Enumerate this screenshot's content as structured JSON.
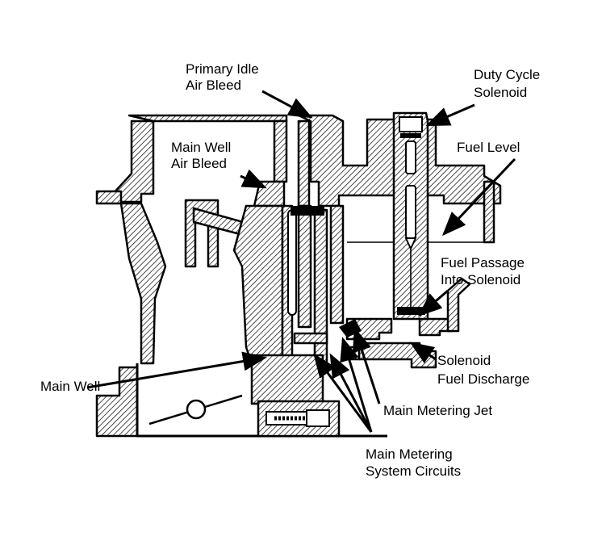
{
  "diagram": {
    "title": "Carburetor main metering system with duty cycle solenoid",
    "labels": {
      "primary_idle_air_bleed": [
        "Primary Idle",
        "Air Bleed"
      ],
      "duty_cycle_solenoid": [
        "Duty Cycle",
        "Solenoid"
      ],
      "main_well_air_bleed": [
        "Main Well",
        "Air Bleed"
      ],
      "fuel_level": [
        "Fuel Level"
      ],
      "fuel_passage_into_solenoid": [
        "Fuel Passage",
        "Into Solenoid"
      ],
      "solenoid_fuel_discharge": [
        "Solenoid",
        "Fuel Discharge"
      ],
      "main_well": [
        "Main Well"
      ],
      "main_metering_jet": [
        "Main Metering Jet"
      ],
      "main_metering_system_circuits": [
        "Main Metering",
        "System Circuits"
      ]
    },
    "colors": {
      "ink": "#000000",
      "paper": "#ffffff"
    }
  }
}
